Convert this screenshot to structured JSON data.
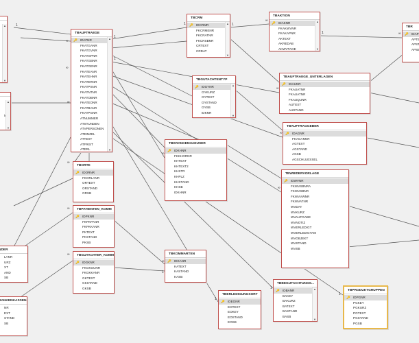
{
  "tables": [
    {
      "id": "tbcrm",
      "name": "TBCRM",
      "fields": [
        "IDCRMR",
        "FKCRMENR",
        "FKCRATNR",
        "FKCRSBNR",
        "CRTEXT",
        "CRDAT"
      ],
      "pk": 0,
      "scroll": true
    },
    {
      "id": "tbaktion",
      "name": "TBAKTION",
      "fields": [
        "IDAKNR",
        "FKAKWVNR",
        "FKAKAPNR",
        "AKTEXT",
        "AKREDAB",
        "AKWVTAGE"
      ],
      "pk": 0,
      "scroll": true
    },
    {
      "id": "tbauftraege",
      "name": "TBAUFTRAEGE",
      "fields": [
        "IDATNR",
        "FKATGANR",
        "FKATGVNR",
        "FKATGPNR",
        "FKATGBNR",
        "FKATGENR",
        "FKATEANR",
        "FKATEHNR",
        "FKATERNR",
        "FKATPSNR",
        "FKATNTNR",
        "FKATOBNR",
        "FKATEONR",
        "FKATBANR",
        "FKATPGNR",
        "ATNUMMER",
        "ATSTUNDEN",
        "ATVPERSONEN",
        "ATEINZEL",
        "ATTEXT",
        "ATFRIST",
        "ATERL"
      ],
      "pk": 0,
      "scroll": true
    },
    {
      "id": "tbgutachtentyp",
      "name": "TBGUTACHTENTYP",
      "fields": [
        "IDGYNR",
        "GYKURZ",
        "GYTEXT",
        "GYSTAND",
        "GYSB",
        "IDKNR"
      ],
      "pk": 0,
      "scroll": true
    },
    {
      "id": "tbauftraege_unterlagen",
      "name": "TBAUFTRAEGE_UNTERLAGEN",
      "fields": [
        "IDAUNR",
        "FKAUATNR",
        "FKAUATNR",
        "FKAUQUNR",
        "AUTEXT",
        "AUSTAND"
      ],
      "pk": 0,
      "scroll": false
    },
    {
      "id": "tbauftraggeber",
      "name": "TBAUFTRAGGEBER",
      "fields": [
        "IDAGNR",
        "FKAGANNR",
        "AGTEXT",
        "AGSTAND",
        "AGSB",
        "AGSCHLUESSEL"
      ],
      "pk": 0,
      "scroll": false
    },
    {
      "id": "tbkrankenhaeuser",
      "name": "TBKRANKENHAEUSER",
      "fields": [
        "IDKHNR",
        "FKKHORNR",
        "KHTEXT",
        "KHTEXT2",
        "KHSTR",
        "KHPLZ",
        "KHSTAND",
        "KHSB",
        "IDKHNR"
      ],
      "pk": 0,
      "scroll": false
    },
    {
      "id": "tborte",
      "name": "TBORTE",
      "fields": [
        "IDORNR",
        "FKORLANR",
        "ORTEXT",
        "ORSTAND",
        "ORSB"
      ],
      "pk": 0,
      "scroll": false
    },
    {
      "id": "tbwiedervorlage",
      "name": "TBWIEDERVORLAGE",
      "fields": [
        "IDWVNR",
        "FKWVSBNRA",
        "FKWVSBNR",
        "FKWVVWNR",
        "FKWVATNR",
        "WVDAT",
        "WVKURZ",
        "WVAUFGABE",
        "WVNOTIZ",
        "WVERLEDIGT",
        "WVERLEDIGTAM",
        "WVOBJEKT",
        "WVSTAND",
        "WVSB"
      ],
      "pk": 0,
      "scroll": false
    },
    {
      "id": "tbpatienten_komm",
      "name": "TBPATIENTEN_KOMM",
      "fields": [
        "IDPKNR",
        "FKPKPANR",
        "FKPKKANR",
        "PKTEXT",
        "PKSTAND",
        "PKSB"
      ],
      "pk": 0,
      "scroll": false
    },
    {
      "id": "tbgutachter_komm",
      "name": "TBGUTACHTER_KOMM",
      "fields": [
        "IDGKNR",
        "FKGKGUNR",
        "FKGKKANR",
        "GKTEXT",
        "GKSTAND",
        "GKSB"
      ],
      "pk": 0,
      "scroll": false
    },
    {
      "id": "tbkommarten",
      "name": "TBKOMMARTEN",
      "fields": [
        "IDKANR",
        "KATEXT",
        "KASTAND",
        "KASB"
      ],
      "pk": 0,
      "scroll": false
    },
    {
      "id": "tberledigungsort",
      "name": "TBERLEDIGUNGSORT",
      "fields": [
        "IDEONR",
        "EOTEXT",
        "EOKEY",
        "EOSTAND",
        "EOSB"
      ],
      "pk": 0,
      "scroll": false
    },
    {
      "id": "tbbegutachtungs",
      "name": "TBBEGUTACHTUNGS...",
      "fields": [
        "IDBANR",
        "BAKEY",
        "BAKURZ",
        "BATEXT",
        "BASTAND",
        "BASB"
      ],
      "pk": 0,
      "scroll": true
    },
    {
      "id": "tbproduktgruppen",
      "name": "TBPRODUKTGRUPPEN",
      "fields": [
        "IDPGNR",
        "PGKEY",
        "PGKURZ",
        "PGTEXT",
        "PGSTAND",
        "PGSB"
      ],
      "pk": 0,
      "scroll": false,
      "selected": true
    },
    {
      "id": "tbr",
      "name": "TBR",
      "fields": [
        "IDAPN",
        "APTE",
        "APST",
        "APSB"
      ],
      "pk": 0,
      "scroll": false
    },
    {
      "id": "left1",
      "name": "",
      "fields": [
        "",
        "",
        "",
        "",
        "",
        "",
        "",
        "",
        "",
        "",
        "",
        ""
      ],
      "pk": -1,
      "scroll": true
    },
    {
      "id": "left2",
      "name": "",
      "fields": [
        "",
        "",
        "",
        "ME",
        ""
      ],
      "pk": -1,
      "scroll": true
    },
    {
      "id": "left_under",
      "name": "NDER",
      "fields": [
        "LANR",
        "URZ",
        "XT",
        "AND",
        "SB"
      ],
      "pk": -1,
      "scroll": false
    },
    {
      "id": "left_kassen",
      "name": "RANKENKASSENA...",
      "fields": [
        "NR",
        "EXT",
        "STAND",
        "SB"
      ],
      "pk": -1,
      "scroll": false
    }
  ],
  "cardinality": {
    "one": "1",
    "many": "∞"
  }
}
